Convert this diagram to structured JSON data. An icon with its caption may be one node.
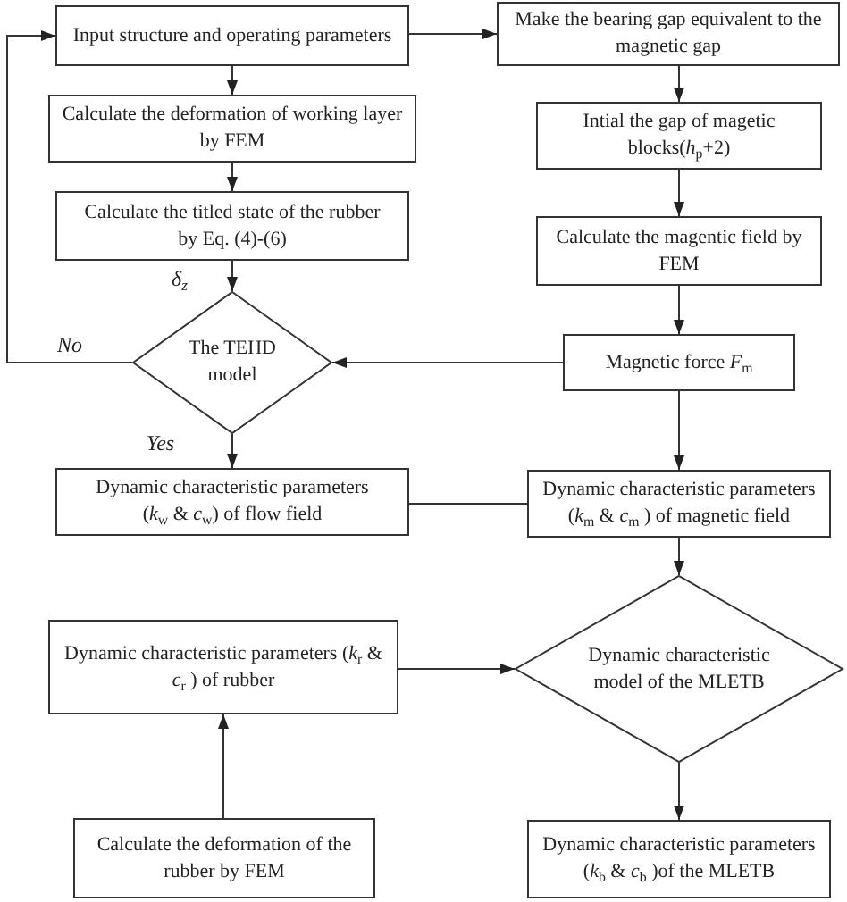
{
  "diagram": {
    "nodes": [
      {
        "text": [
          "Input structure and operating parameters"
        ]
      },
      {
        "text": [
          "Make the bearing gap equivalent to the magnetic gap"
        ]
      },
      {
        "text": [
          "Calculate the deformation of working layer by FEM"
        ]
      },
      {
        "text": [
          "Intial the gap of magetic blocks(*h*$_{p}$+2)"
        ]
      },
      {
        "text": [
          "Calculate the titled state of the rubber by Eq. (4)-(6)"
        ]
      },
      {
        "text": [
          "Calculate the magentic field by FEM"
        ]
      },
      {
        "text": [
          "The TEHD model"
        ]
      },
      {
        "text": [
          "Magnetic force *F*$_{m}$"
        ]
      },
      {
        "text": [
          "Dynamic characteristic parameters (*k*$_{w}$ & *c*$_{w}$) of flow field"
        ]
      },
      {
        "text": [
          "Dynamic characteristic parameters (*k*$_{m}$ & *c*$_{m}$ ) of magnetic field"
        ]
      },
      {
        "text": [
          "Dynamic characteristic parameters (*k*$_{r}$ & *c*$_{r}$ ) of rubber"
        ]
      },
      {
        "text": [
          "Calculate the deformation of the rubber by FEM"
        ]
      },
      {
        "text": [
          "Dynamic characteristic model of the MLETB"
        ]
      },
      {
        "text": [
          "Dynamic characteristic parameters (*k*$_{b}$ & *c*$_{b}$ )of the MLETB"
        ]
      }
    ],
    "edges": [
      {
        "from": 0,
        "to": 1,
        "arrow": "to"
      },
      {
        "from": 0,
        "to": 2,
        "arrow": "to"
      },
      {
        "from": 1,
        "to": 3,
        "arrow": "to"
      },
      {
        "from": 2,
        "to": 4,
        "arrow": "to"
      },
      {
        "from": 3,
        "to": 5,
        "arrow": "to"
      },
      {
        "from": 4,
        "to": 6,
        "arrow": "to",
        "label": "δ$_{z}$"
      },
      {
        "from": 5,
        "to": 7,
        "arrow": "to"
      },
      {
        "from": 6,
        "to": 0,
        "arrow": "to",
        "label": "No"
      },
      {
        "from": 7,
        "to": 6,
        "arrow": "to"
      },
      {
        "from": 6,
        "to": 8,
        "arrow": "to",
        "label": "Yes"
      },
      {
        "from": 7,
        "to": 9,
        "arrow": "to"
      },
      {
        "from": 8,
        "to": 9,
        "arrow": "none"
      },
      {
        "from": 9,
        "to": 12,
        "arrow": "to"
      },
      {
        "from": 10,
        "to": 12,
        "arrow": "to"
      },
      {
        "from": 11,
        "to": 10,
        "arrow": "to"
      },
      {
        "from": 12,
        "to": 13,
        "arrow": "to"
      }
    ]
  }
}
